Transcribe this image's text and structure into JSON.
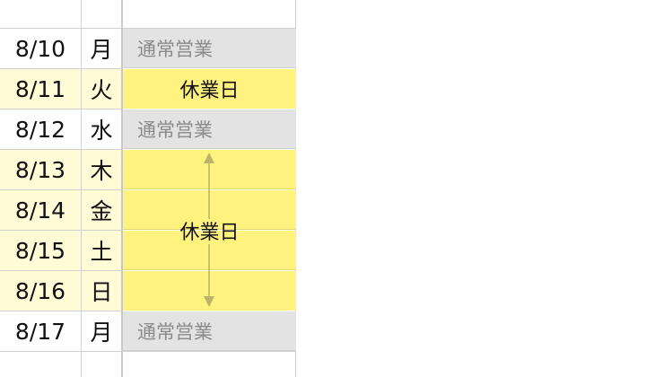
{
  "rows": [
    {
      "date": "8/10",
      "dow": "月",
      "status": "通常営業",
      "type": "normal"
    },
    {
      "date": "8/11",
      "dow": "火",
      "status": "休業日",
      "type": "closed"
    },
    {
      "date": "8/12",
      "dow": "水",
      "status": "通常営業",
      "type": "normal"
    },
    {
      "date": "8/13",
      "dow": "木",
      "status": "",
      "type": "closed-merged"
    },
    {
      "date": "8/14",
      "dow": "金",
      "status": "",
      "type": "closed-merged"
    },
    {
      "date": "8/15",
      "dow": "土",
      "status": "",
      "type": "closed-merged"
    },
    {
      "date": "8/16",
      "dow": "日",
      "status": "",
      "type": "closed-merged"
    },
    {
      "date": "8/17",
      "dow": "月",
      "status": "通常営業",
      "type": "normal"
    }
  ],
  "merged_closed_label": "休業日",
  "colors": {
    "closed_fill": "#fff27f",
    "closed_date_fill": "#fffbd6",
    "normal_fill": "#e3e3e3",
    "arrow": "#b9b46a"
  }
}
